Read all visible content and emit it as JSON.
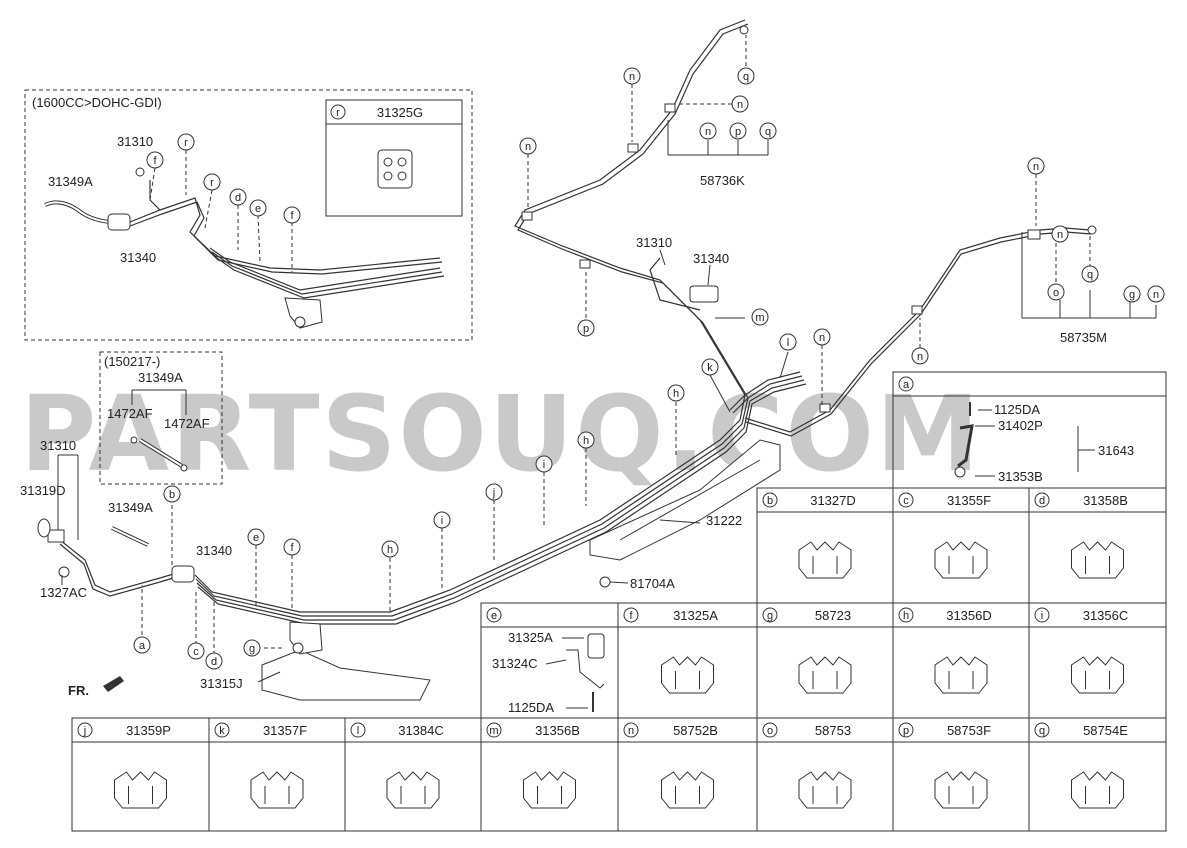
{
  "watermark": "PARTSOUQ.COM",
  "front_marker": "FR.",
  "insets": {
    "gdi": {
      "title": "(1600CC>DOHC-GDI)"
    },
    "r_box": {
      "letter": "r",
      "part": "31325G"
    },
    "p150217": {
      "title": "(150217-)",
      "part_top": "31349A",
      "left": "1472AF",
      "right": "1472AF"
    }
  },
  "main_labels": {
    "n1": "31310",
    "n2": "31319D",
    "n3": "1327AC",
    "n4": "31349A",
    "n5": "31340",
    "n6": "31315J",
    "n7": "31222",
    "n8": "81704A",
    "n9": "31310",
    "n10": "31340",
    "n11": "58736K",
    "n12": "58735M",
    "n13": "31349A",
    "n14": "31310",
    "n15": "31340"
  },
  "callouts": [
    {
      "letter": "a"
    },
    {
      "letter": "b"
    },
    {
      "letter": "c"
    },
    {
      "letter": "d"
    },
    {
      "letter": "e"
    },
    {
      "letter": "f"
    },
    {
      "letter": "g"
    },
    {
      "letter": "h"
    },
    {
      "letter": "i"
    },
    {
      "letter": "j"
    },
    {
      "letter": "h"
    },
    {
      "letter": "i"
    },
    {
      "letter": "h"
    },
    {
      "letter": "k"
    },
    {
      "letter": "l"
    },
    {
      "letter": "m"
    },
    {
      "letter": "n"
    },
    {
      "letter": "n"
    },
    {
      "letter": "n"
    },
    {
      "letter": "n"
    },
    {
      "letter": "n"
    },
    {
      "letter": "n"
    },
    {
      "letter": "n"
    },
    {
      "letter": "o"
    },
    {
      "letter": "g"
    },
    {
      "letter": "q"
    },
    {
      "letter": "q"
    },
    {
      "letter": "n"
    },
    {
      "letter": "p"
    },
    {
      "letter": "q"
    },
    {
      "letter": "p"
    },
    {
      "letter": "f"
    },
    {
      "letter": "r"
    },
    {
      "letter": "r"
    },
    {
      "letter": "d"
    },
    {
      "letter": "e"
    },
    {
      "letter": "f"
    }
  ],
  "legend_a": {
    "letter": "a",
    "p1": "1125DA",
    "p2": "31402P",
    "p3": "31353B",
    "assy": "31643"
  },
  "legend_e": {
    "letter": "e",
    "p1": "31325A",
    "p2": "31324C",
    "p3": "1125DA"
  },
  "legend_cells": [
    {
      "letter": "b",
      "part": "31327D"
    },
    {
      "letter": "c",
      "part": "31355F"
    },
    {
      "letter": "d",
      "part": "31358B"
    },
    {
      "letter": "f",
      "part": "31325A"
    },
    {
      "letter": "g",
      "part": "58723"
    },
    {
      "letter": "h",
      "part": "31356D"
    },
    {
      "letter": "i",
      "part": "31356C"
    },
    {
      "letter": "j",
      "part": "31359P"
    },
    {
      "letter": "k",
      "part": "31357F"
    },
    {
      "letter": "l",
      "part": "31384C"
    },
    {
      "letter": "m",
      "part": "31356B"
    },
    {
      "letter": "n",
      "part": "58752B"
    },
    {
      "letter": "o",
      "part": "58753"
    },
    {
      "letter": "p",
      "part": "58753F"
    },
    {
      "letter": "q",
      "part": "58754E"
    }
  ]
}
